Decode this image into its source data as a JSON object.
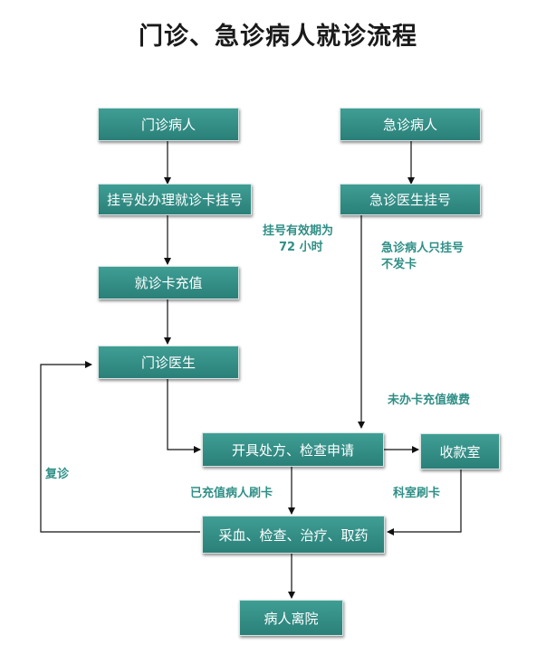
{
  "title": "门诊、急诊病人就诊流程",
  "nodes": {
    "outpatient": "门诊病人",
    "register_card": "挂号处办理就诊卡挂号",
    "card_topup": "就诊卡充值",
    "outpatient_doctor": "门诊医生",
    "emergency": "急诊病人",
    "emergency_register": "急诊医生挂号",
    "prescription": "开具处方、检查申请",
    "cashier": "收款室",
    "treatment": "采血、检查、治疗、取药",
    "discharge": "病人离院"
  },
  "labels": {
    "valid_line1": "挂号有效期为",
    "valid_line2": "72 小时",
    "emergency_note_line1": "急诊病人只挂号",
    "emergency_note_line2": "不发卡",
    "no_card_pay": "未办卡充值缴费",
    "topped_up_swipe": "已充值病人刷卡",
    "dept_swipe": "科室刷卡",
    "revisit": "复诊"
  }
}
